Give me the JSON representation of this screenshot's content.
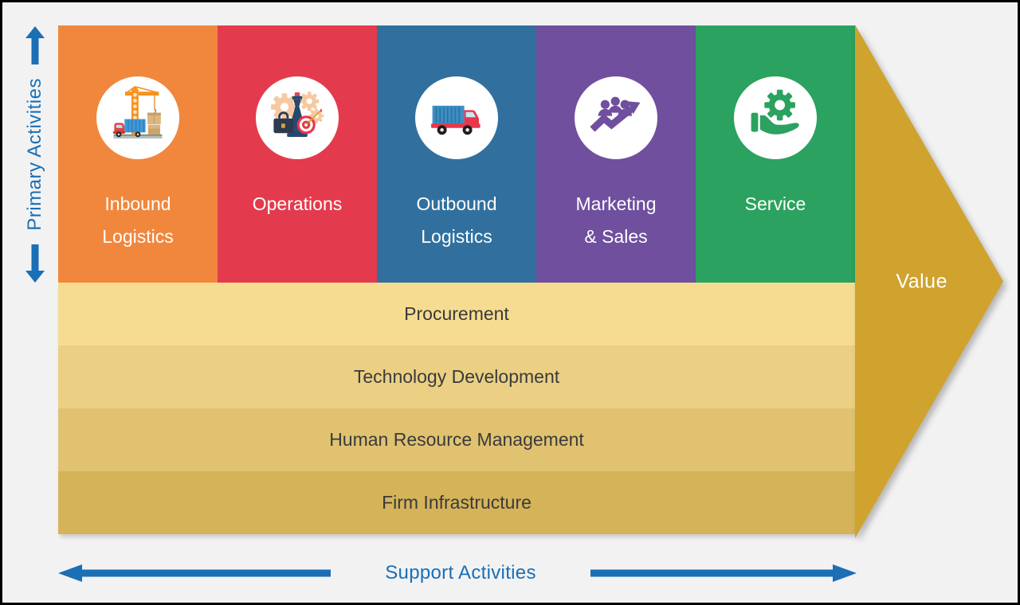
{
  "axes": {
    "primary_label": "Primary Activities",
    "support_label": "Support Activities",
    "color": "#1a6fb5"
  },
  "primary_activities": [
    {
      "lines": [
        "Inbound",
        "Logistics"
      ],
      "color": "#f1873d",
      "icon": "crane-truck-icon"
    },
    {
      "lines": [
        "Operations"
      ],
      "color": "#e33b4d",
      "icon": "gears-chess-target-icon"
    },
    {
      "lines": [
        "Outbound",
        "Logistics"
      ],
      "color": "#31709e",
      "icon": "delivery-truck-icon"
    },
    {
      "lines": [
        "Marketing",
        "& Sales"
      ],
      "color": "#6f4f9e",
      "icon": "people-growth-arrow-icon"
    },
    {
      "lines": [
        "Service"
      ],
      "color": "#2ba25f",
      "icon": "hand-gear-icon"
    }
  ],
  "support_activities": [
    {
      "label": "Procurement",
      "color": "#f6dc90"
    },
    {
      "label": "Technology Development",
      "color": "#ebd084"
    },
    {
      "label": "Human Resource Management",
      "color": "#e0c271"
    },
    {
      "label": "Firm Infrastructure",
      "color": "#d5b359"
    }
  ],
  "value_arrow": {
    "label": "Value",
    "color": "#d0a32f",
    "text_color": "#ffffff"
  },
  "text_colors": {
    "column_label": "#ffffff",
    "band_label": "#3a3a3c"
  }
}
